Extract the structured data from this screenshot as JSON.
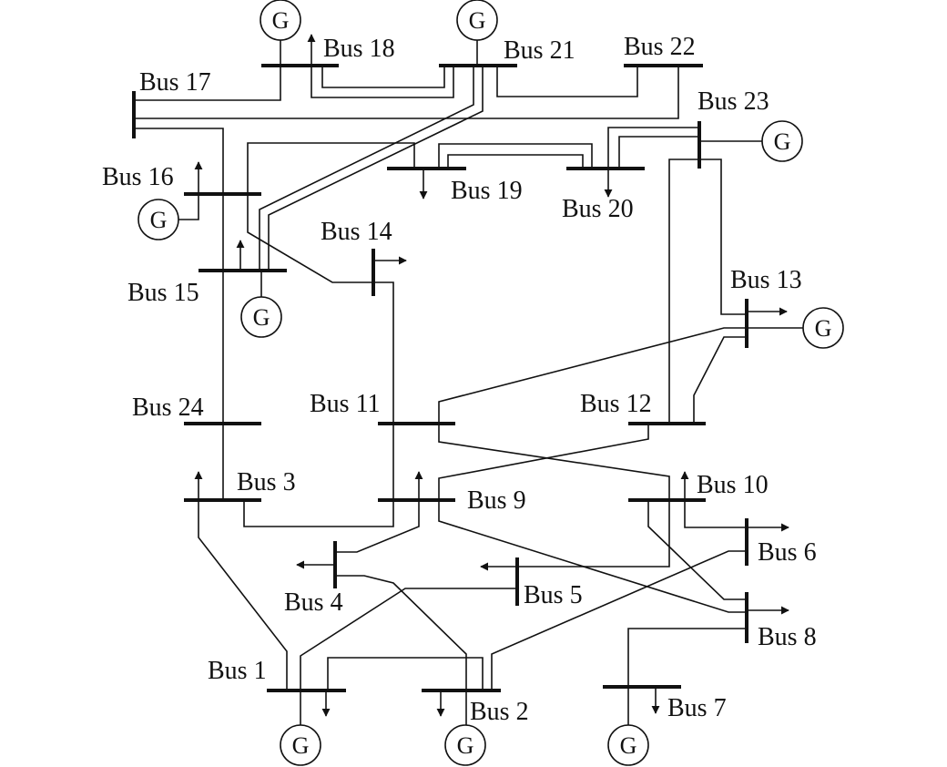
{
  "buses": {
    "b1": "Bus 1",
    "b2": "Bus 2",
    "b3": "Bus 3",
    "b4": "Bus 4",
    "b5": "Bus 5",
    "b6": "Bus 6",
    "b7": "Bus 7",
    "b8": "Bus 8",
    "b9": "Bus 9",
    "b10": "Bus 10",
    "b11": "Bus 11",
    "b12": "Bus 12",
    "b13": "Bus 13",
    "b14": "Bus 14",
    "b15": "Bus 15",
    "b16": "Bus 16",
    "b17": "Bus 17",
    "b18": "Bus 18",
    "b19": "Bus 19",
    "b20": "Bus 20",
    "b21": "Bus 21",
    "b22": "Bus 22",
    "b23": "Bus 23",
    "b24": "Bus 24"
  },
  "generator_symbol": "G"
}
